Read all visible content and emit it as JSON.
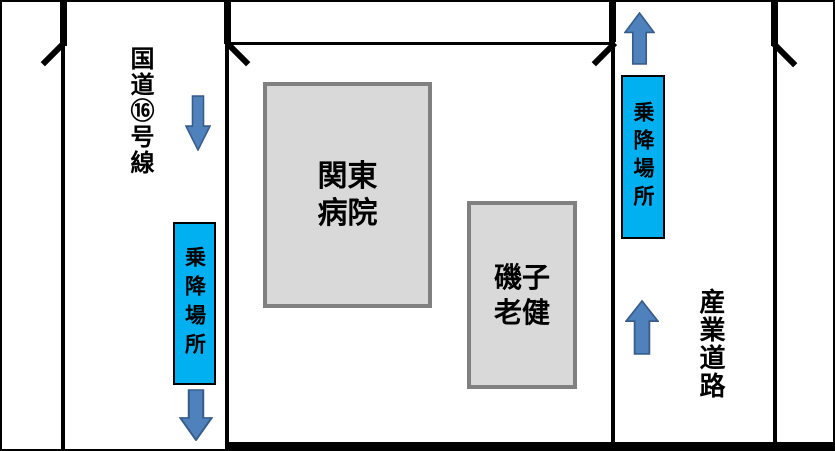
{
  "roads": {
    "route16": {
      "label": "国道⑯号線"
    },
    "sangyo": {
      "label": "産業道路"
    }
  },
  "buildings": {
    "kanto": {
      "label": "関東\n病院"
    },
    "isogo": {
      "label": "磯子\n老健"
    }
  },
  "stops": {
    "left": {
      "label": "乗降場所"
    },
    "right": {
      "label": "乗降場所"
    }
  },
  "arrows": {
    "left_top": {
      "direction": "down"
    },
    "left_bottom": {
      "direction": "down"
    },
    "right_top": {
      "direction": "up"
    },
    "right_bottom": {
      "direction": "up"
    }
  },
  "colors": {
    "line": "#000000",
    "background": "#FFFFFF",
    "text": "#000000",
    "stop_fill": "#00B0F0",
    "stop_border": "#000000",
    "building_fill": "#D9D9D9",
    "building_border": "#808080",
    "arrow_fill": "#4F81BD",
    "arrow_border": "#385D8A"
  }
}
